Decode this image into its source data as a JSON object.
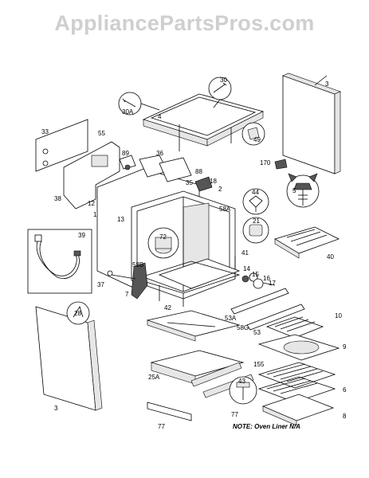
{
  "watermark": "AppliancePartsPros.com",
  "note": "NOTE: Oven Liner N/A",
  "parts": {
    "p3a": "3",
    "p3b": "3",
    "p30": "30",
    "p30a": "30A",
    "p4": "4",
    "p49": "49",
    "p33": "33",
    "p55": "55",
    "p89": "89",
    "p36": "36",
    "p88": "88",
    "p18": "18",
    "p35": "35",
    "p2": "2",
    "p12": "12",
    "p1": "1",
    "p13": "13",
    "p58a": "58A",
    "p44": "44",
    "p21": "21",
    "p170": "170",
    "p5": "5",
    "p38": "38",
    "p39": "39",
    "p72": "72",
    "p41": "41",
    "p40": "40",
    "p58b": "58B",
    "p14": "14",
    "p15": "15",
    "p16": "16",
    "p17": "17",
    "p37": "37",
    "p7": "7",
    "p42": "42",
    "p53a": "53A",
    "p58g": "58G",
    "p53": "53",
    "p10": "10",
    "p28": "28",
    "p9": "9",
    "p25a": "25A",
    "p155": "155",
    "p6": "6",
    "p43": "43",
    "p77a": "77",
    "p77b": "77",
    "p8": "8"
  }
}
